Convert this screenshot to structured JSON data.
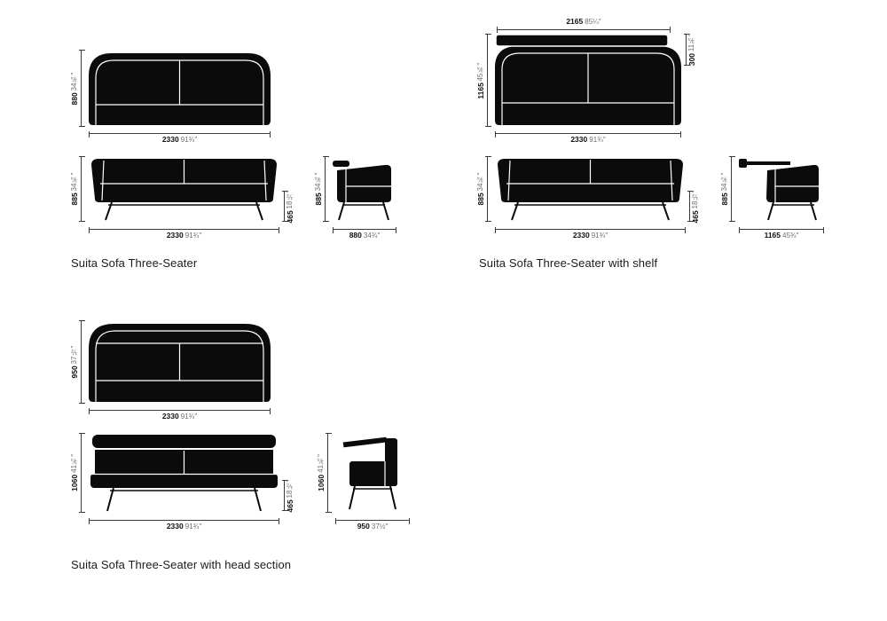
{
  "page": {
    "background": "#ffffff"
  },
  "groups": [
    {
      "caption": "Suita Sofa Three-Seater",
      "top_view": {
        "height": {
          "mm": "880",
          "in": "34¾″"
        },
        "width": {
          "mm": "2330",
          "in": "91¾″"
        }
      },
      "front_view": {
        "height": {
          "mm": "885",
          "in": "34¾″"
        },
        "seat_height": {
          "mm": "465",
          "in": "18½″"
        },
        "width": {
          "mm": "2330",
          "in": "91¾″"
        }
      },
      "side_view": {
        "height": {
          "mm": "885",
          "in": "34¾″"
        },
        "depth": {
          "mm": "880",
          "in": "34¾″"
        }
      }
    },
    {
      "caption": "Suita Sofa Three-Seater with shelf",
      "top_view": {
        "shelf_width": {
          "mm": "2165",
          "in": "85¼″"
        },
        "shelf_depth": {
          "mm": "300",
          "in": "11¾″"
        },
        "depth": {
          "mm": "1165",
          "in": "45¾″"
        },
        "width": {
          "mm": "2330",
          "in": "91¾″"
        }
      },
      "front_view": {
        "height": {
          "mm": "885",
          "in": "34¾″"
        },
        "seat_height": {
          "mm": "465",
          "in": "18½″"
        },
        "width": {
          "mm": "2330",
          "in": "91¾″"
        }
      },
      "side_view": {
        "height": {
          "mm": "885",
          "in": "34¾″"
        },
        "depth": {
          "mm": "1165",
          "in": "45¾″"
        }
      }
    },
    {
      "caption": "Suita Sofa Three-Seater with head section",
      "top_view": {
        "height": {
          "mm": "950",
          "in": "37½″"
        },
        "width": {
          "mm": "2330",
          "in": "91¾″"
        }
      },
      "front_view": {
        "height": {
          "mm": "1060",
          "in": "41¾″"
        },
        "seat_height": {
          "mm": "465",
          "in": "18½″"
        },
        "width": {
          "mm": "2330",
          "in": "91¾″"
        }
      },
      "side_view": {
        "height": {
          "mm": "1060",
          "in": "41¾″"
        },
        "depth": {
          "mm": "950",
          "in": "37½″"
        }
      }
    }
  ]
}
